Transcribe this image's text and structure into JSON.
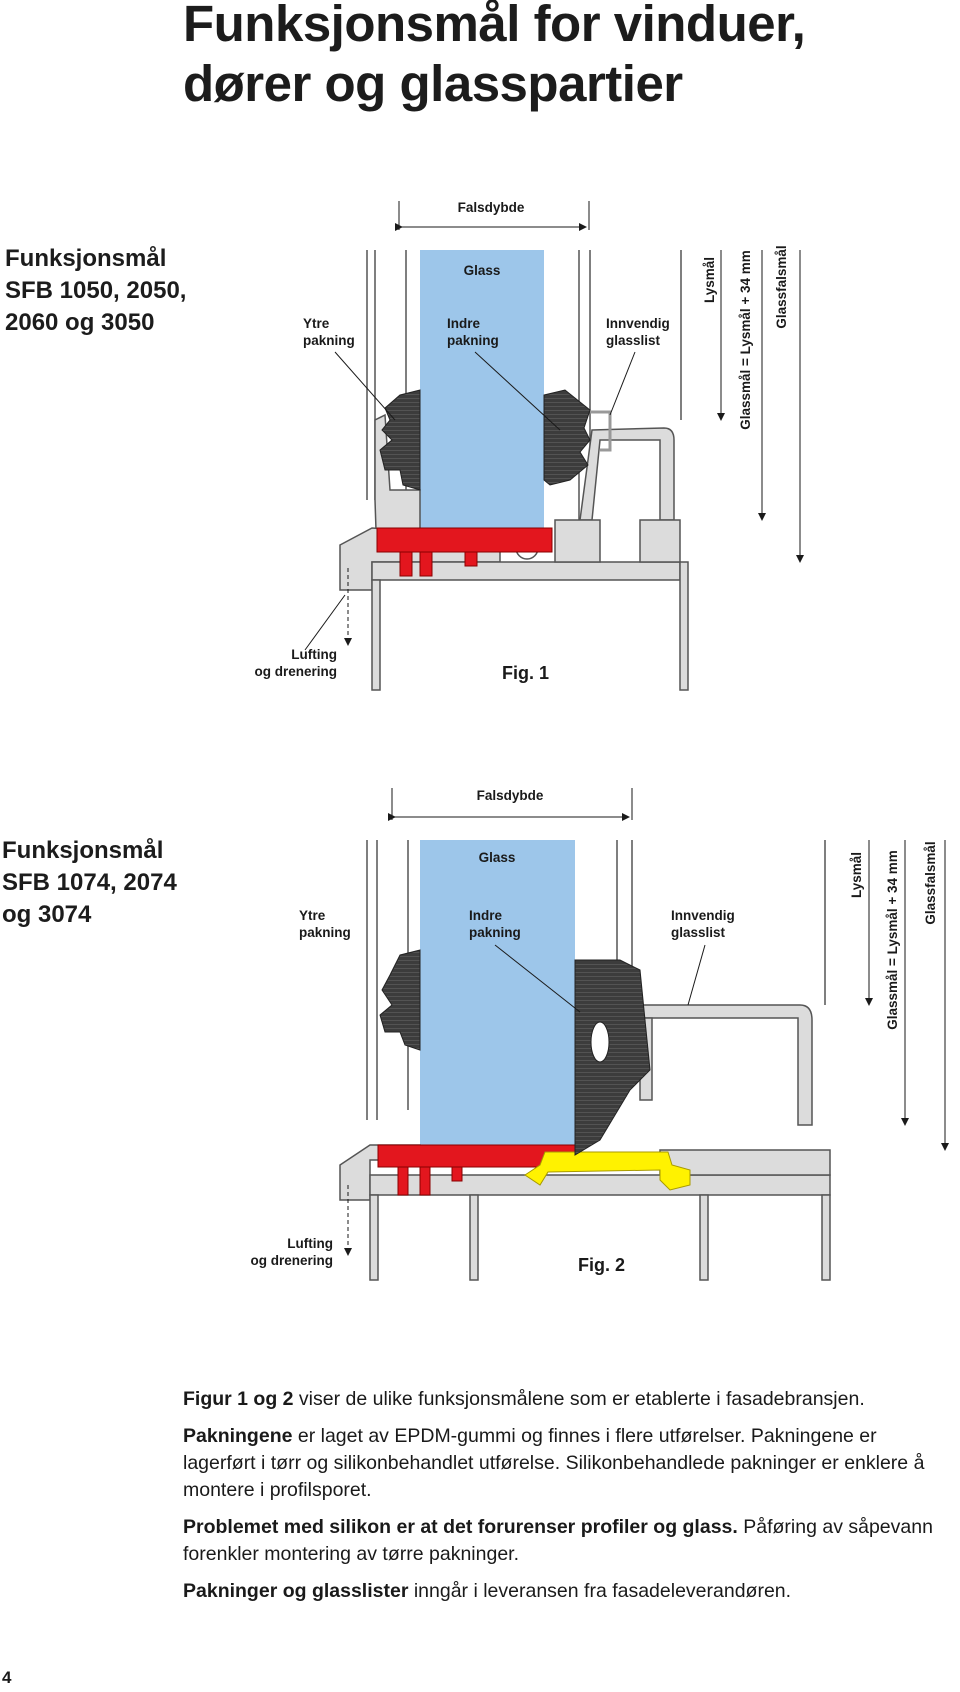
{
  "page": {
    "title_line1": "Funksjonsmål for vinduer,",
    "title_line2": "dører og glasspartier",
    "page_number": "4"
  },
  "figure1": {
    "heading_line1": "Funksjonsmål",
    "heading_line2": "SFB 1050, 2050,",
    "heading_line3": "2060 og 3050",
    "falsdybde": "Falsdybde",
    "glass": "Glass",
    "ytre_1": "Ytre",
    "ytre_2": "pakning",
    "indre_1": "Indre",
    "indre_2": "pakning",
    "innvendig_1": "Innvendig",
    "innvendig_2": "glasslist",
    "lysmal": "Lysmål",
    "glassmal": "Glassmål = Lysmål + 34 mm",
    "glassfalsmal": "Glassfalsmål",
    "lufting_1": "Lufting",
    "lufting_2": "og drenering",
    "fig_label": "Fig. 1"
  },
  "figure2": {
    "heading_line1": "Funksjonsmål",
    "heading_line2": "SFB 1074, 2074",
    "heading_line3": "og 3074",
    "falsdybde": "Falsdybde",
    "glass": "Glass",
    "ytre_1": "Ytre",
    "ytre_2": "pakning",
    "indre_1": "Indre",
    "indre_2": "pakning",
    "innvendig_1": "Innvendig",
    "innvendig_2": "glasslist",
    "lysmal": "Lysmål",
    "glassmal": "Glassmål = Lysmål + 34 mm",
    "glassfalsmal": "Glassfalsmål",
    "lufting_1": "Lufting",
    "lufting_2": "og drenering",
    "fig_label": "Fig. 2"
  },
  "body": {
    "p1_bold": "Figur 1 og 2",
    "p1_text": " viser de ulike funksjonsmålene som er etablerte i fasadebransjen.",
    "p2_bold": "Pakningene",
    "p2_text": " er laget av EPDM-gummi og finnes i flere utførelser. Pakningene er lagerført i tørr og silikonbehandlet utførelse. Silikonbehandlede pakninger er enklere å montere i profilsporet.",
    "p3_bold": "Problemet med silikon er at det forurenser profiler og glass.",
    "p3_text": " Påføring av såpevann forenkler montering av tørre pakninger.",
    "p4_bold": "Pakninger og glasslister",
    "p4_text": " inngår i leveransen fra fasadeleverandøren."
  },
  "colors": {
    "glass": "#9dc6ea",
    "gasket_red": "#e3161e",
    "gasket_yellow": "#fff200",
    "profile_gray": "#d8d8d8",
    "rubber_dark": "#3a3a3a"
  }
}
